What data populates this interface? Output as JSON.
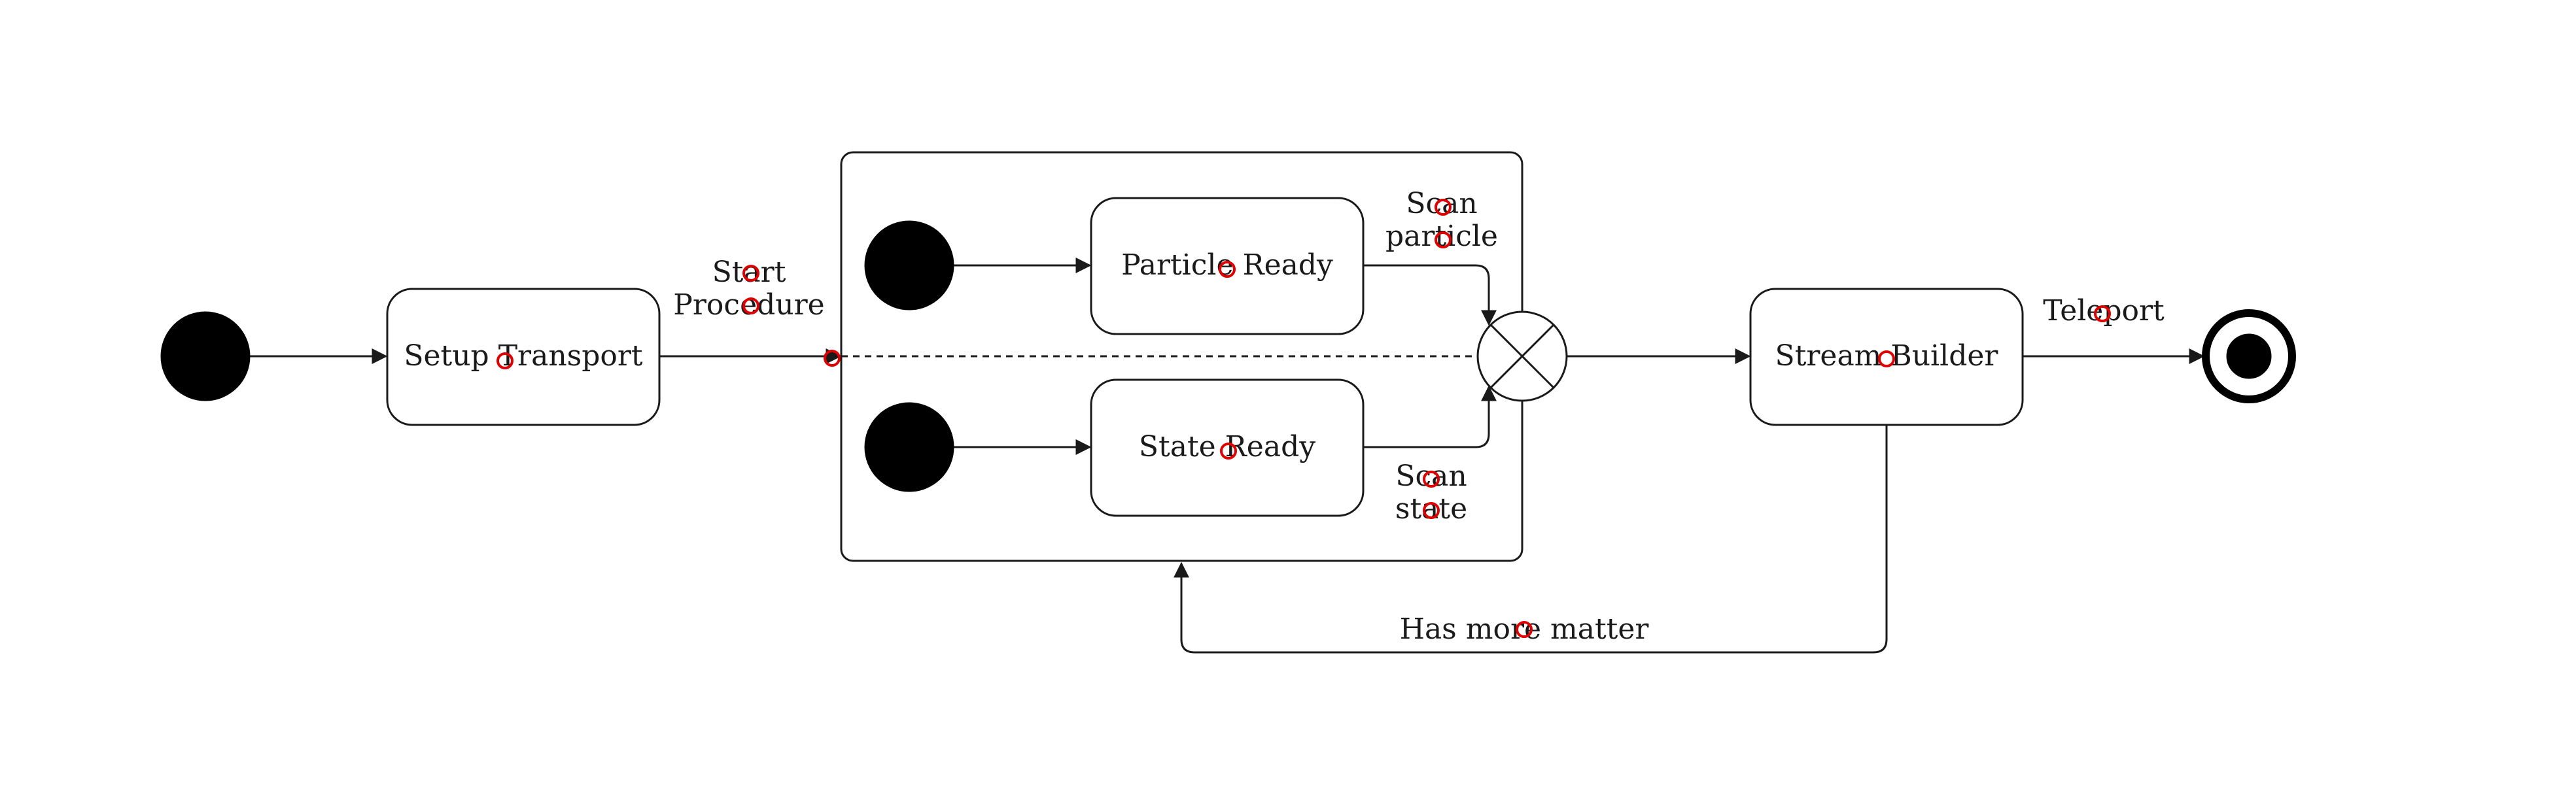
{
  "diagram": {
    "states": {
      "setup_transport": "Setup Transport",
      "particle_ready": "Particle Ready",
      "state_ready": "State Ready",
      "stream_builder": "Stream Builder"
    },
    "transitions": {
      "start_procedure_line1": "Start",
      "start_procedure_line2": "Procedure",
      "scan_particle_line1": "Scan",
      "scan_particle_line2": "particle",
      "scan_state_line1": "Scan",
      "scan_state_line2": "state",
      "teleport": "Teleport",
      "has_more_matter": "Has more matter"
    }
  }
}
